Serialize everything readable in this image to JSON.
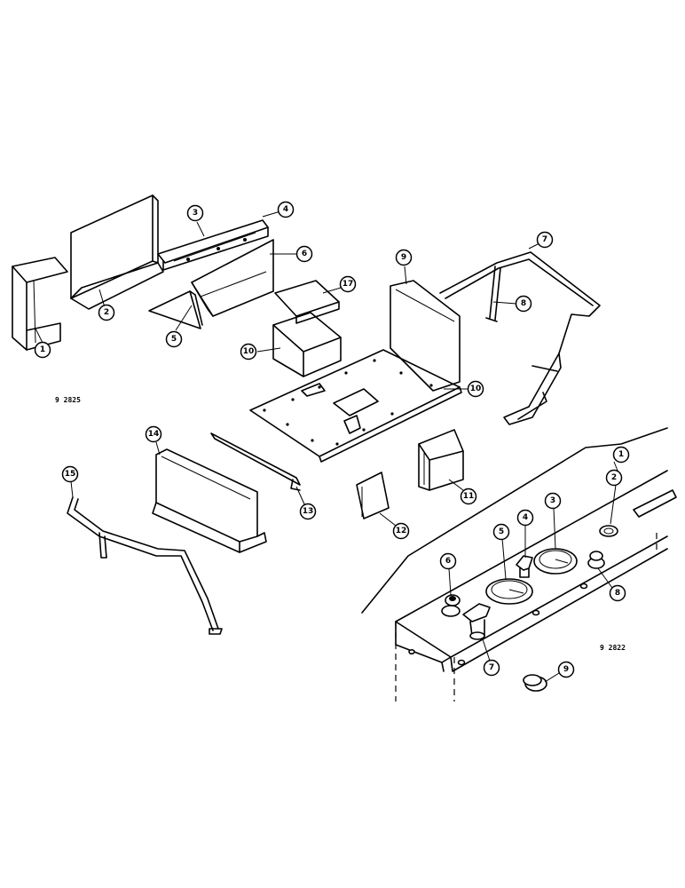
{
  "figure_codes": {
    "left": "9 2825",
    "right": "9 2822"
  },
  "left_callouts": {
    "c1": "1",
    "c2": "2",
    "c3": "3",
    "c4": "4",
    "c5": "5",
    "c6": "6",
    "c7": "7",
    "c8": "8",
    "c9": "9",
    "c10a": "10",
    "c10b": "10",
    "c11": "11",
    "c12": "12",
    "c13": "13",
    "c14": "14",
    "c15": "15",
    "c17": "17"
  },
  "right_callouts": {
    "r1": "1",
    "r2": "2",
    "r3": "3",
    "r4": "4",
    "r5": "5",
    "r6": "6",
    "r7": "7",
    "r8": "8",
    "r9": "9"
  }
}
